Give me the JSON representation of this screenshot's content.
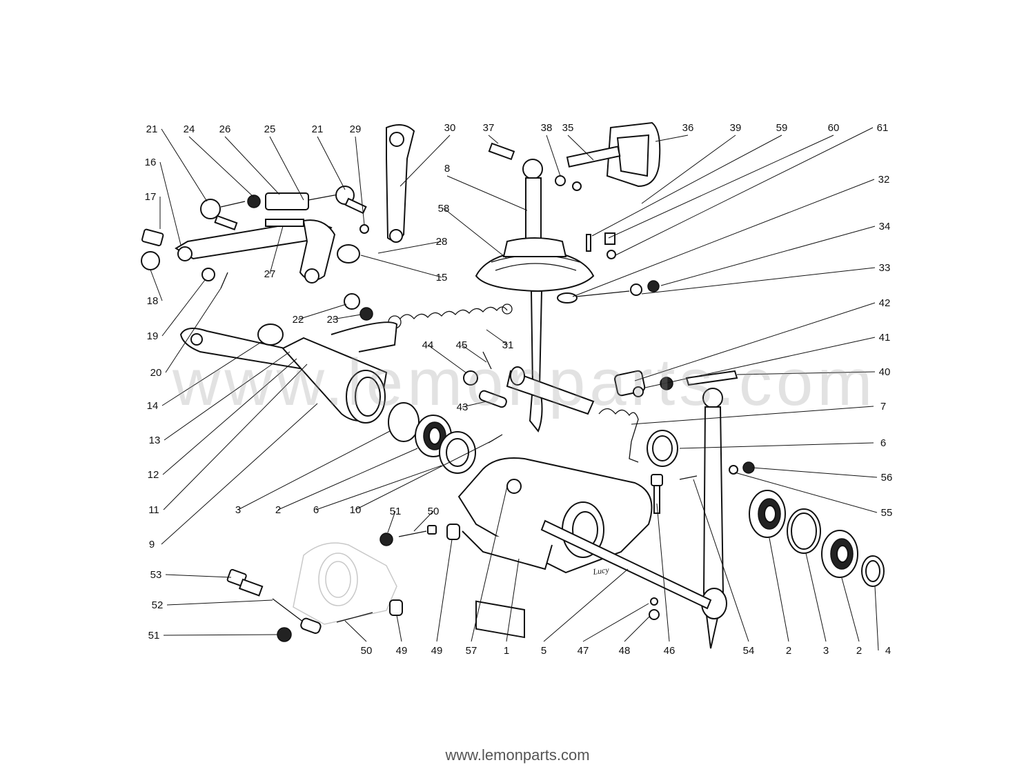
{
  "diagram": {
    "watermark": "www.lemonparts.com",
    "footer_url": "www.lemonparts.com",
    "signature": "Lucy",
    "part_labels": [
      {
        "id": "21a",
        "text": "21"
      },
      {
        "id": "24",
        "text": "24"
      },
      {
        "id": "26",
        "text": "26"
      },
      {
        "id": "25",
        "text": "25"
      },
      {
        "id": "21b",
        "text": "21"
      },
      {
        "id": "29",
        "text": "29"
      },
      {
        "id": "30",
        "text": "30"
      },
      {
        "id": "37",
        "text": "37"
      },
      {
        "id": "38",
        "text": "38"
      },
      {
        "id": "35",
        "text": "35"
      },
      {
        "id": "36",
        "text": "36"
      },
      {
        "id": "39",
        "text": "39"
      },
      {
        "id": "59",
        "text": "59"
      },
      {
        "id": "60",
        "text": "60"
      },
      {
        "id": "61",
        "text": "61"
      },
      {
        "id": "16",
        "text": "16"
      },
      {
        "id": "17",
        "text": "17"
      },
      {
        "id": "18",
        "text": "18"
      },
      {
        "id": "8",
        "text": "8"
      },
      {
        "id": "58",
        "text": "58"
      },
      {
        "id": "32",
        "text": "32"
      },
      {
        "id": "34",
        "text": "34"
      },
      {
        "id": "33",
        "text": "33"
      },
      {
        "id": "28",
        "text": "28"
      },
      {
        "id": "15",
        "text": "15"
      },
      {
        "id": "27",
        "text": "27"
      },
      {
        "id": "19",
        "text": "19"
      },
      {
        "id": "20",
        "text": "20"
      },
      {
        "id": "22",
        "text": "22"
      },
      {
        "id": "23",
        "text": "23"
      },
      {
        "id": "42",
        "text": "42"
      },
      {
        "id": "41",
        "text": "41"
      },
      {
        "id": "40",
        "text": "40"
      },
      {
        "id": "44",
        "text": "44"
      },
      {
        "id": "45",
        "text": "45"
      },
      {
        "id": "31",
        "text": "31"
      },
      {
        "id": "43",
        "text": "43"
      },
      {
        "id": "14",
        "text": "14"
      },
      {
        "id": "13",
        "text": "13"
      },
      {
        "id": "12",
        "text": "12"
      },
      {
        "id": "11",
        "text": "11"
      },
      {
        "id": "9",
        "text": "9"
      },
      {
        "id": "7",
        "text": "7"
      },
      {
        "id": "6a",
        "text": "6"
      },
      {
        "id": "56",
        "text": "56"
      },
      {
        "id": "55",
        "text": "55"
      },
      {
        "id": "3a",
        "text": "3"
      },
      {
        "id": "2a",
        "text": "2"
      },
      {
        "id": "6b",
        "text": "6"
      },
      {
        "id": "10",
        "text": "10"
      },
      {
        "id": "51a",
        "text": "51"
      },
      {
        "id": "50a",
        "text": "50"
      },
      {
        "id": "53",
        "text": "53"
      },
      {
        "id": "52",
        "text": "52"
      },
      {
        "id": "51b",
        "text": "51"
      },
      {
        "id": "50b",
        "text": "50"
      },
      {
        "id": "49a",
        "text": "49"
      },
      {
        "id": "49b",
        "text": "49"
      },
      {
        "id": "57",
        "text": "57"
      },
      {
        "id": "1",
        "text": "1"
      },
      {
        "id": "5",
        "text": "5"
      },
      {
        "id": "47",
        "text": "47"
      },
      {
        "id": "48",
        "text": "48"
      },
      {
        "id": "46",
        "text": "46"
      },
      {
        "id": "54",
        "text": "54"
      },
      {
        "id": "2b",
        "text": "2"
      },
      {
        "id": "3b",
        "text": "3"
      },
      {
        "id": "2c",
        "text": "2"
      },
      {
        "id": "4",
        "text": "4"
      }
    ]
  }
}
